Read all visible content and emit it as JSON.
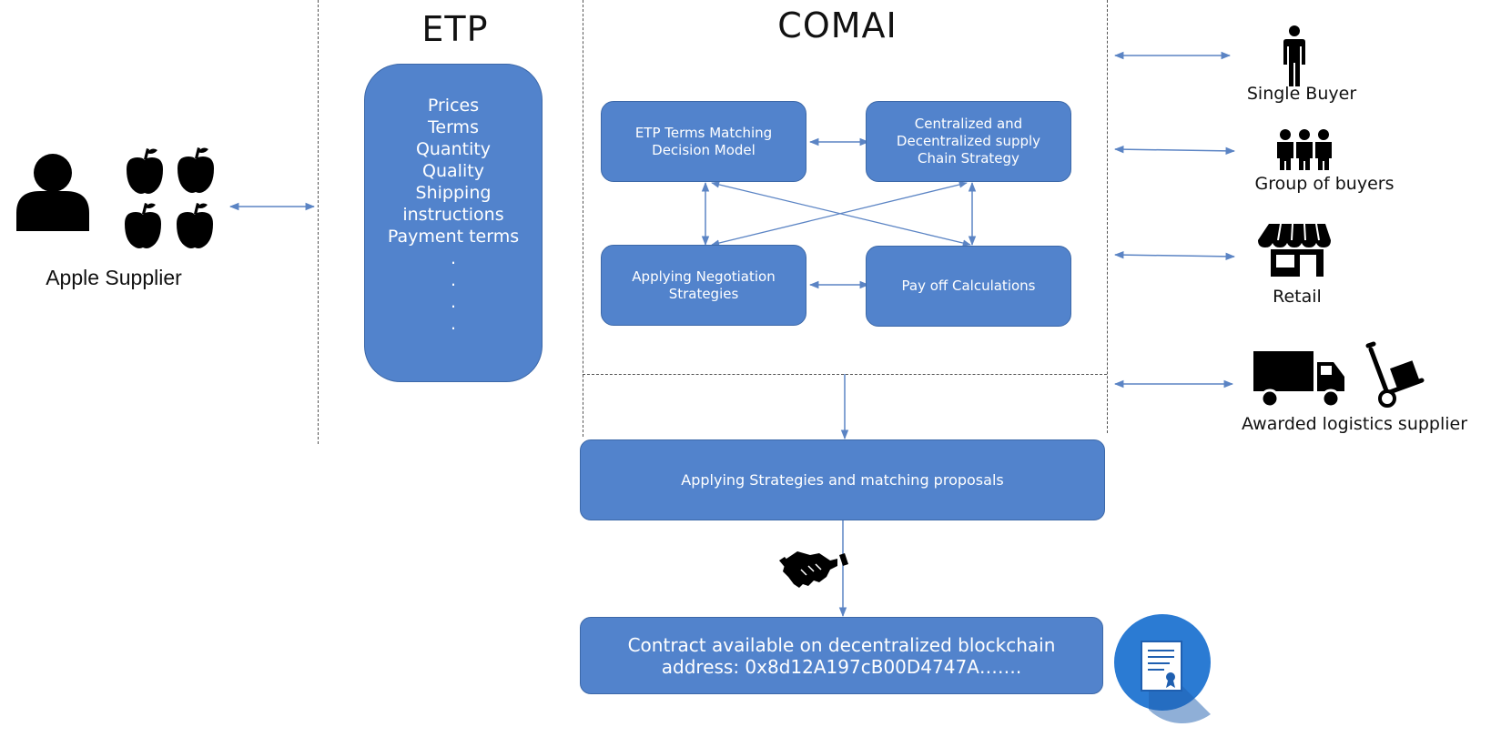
{
  "headers": {
    "etp": "ETP",
    "comai": "COMAI"
  },
  "supplier": {
    "label": "Apple Supplier"
  },
  "etp_items": [
    "Prices",
    "Terms",
    "Quantity",
    "Quality",
    "Shipping",
    "instructions",
    "Payment terms"
  ],
  "etp_dots": [
    ".",
    ".",
    ".",
    "."
  ],
  "comai_boxes": {
    "terms_matching": "ETP Terms Matching Decision Model",
    "supply_chain": "Centralized and Decentralized supply Chain Strategy",
    "negotiation": "Applying Negotiation Strategies",
    "payoff": "Pay off Calculations"
  },
  "strategies_box": "Applying Strategies and matching proposals",
  "contract": {
    "line1": "Contract available on decentralized blockchain",
    "line2": "address: 0x8d12A197cB00D4747A……."
  },
  "participants": {
    "single_buyer": "Single Buyer",
    "group_buyers": "Group of buyers",
    "retail": "Retail",
    "logistics": "Awarded logistics supplier"
  },
  "colors": {
    "box_fill": "#5283cc",
    "box_border": "#3c68a8",
    "arrow": "#5b84c4",
    "icon": "#000000"
  },
  "icons": [
    "person-icon",
    "apple-icon",
    "single-person-icon",
    "group-people-icon",
    "store-icon",
    "truck-icon",
    "hand-truck-icon",
    "handshake-icon",
    "certificate-icon"
  ]
}
